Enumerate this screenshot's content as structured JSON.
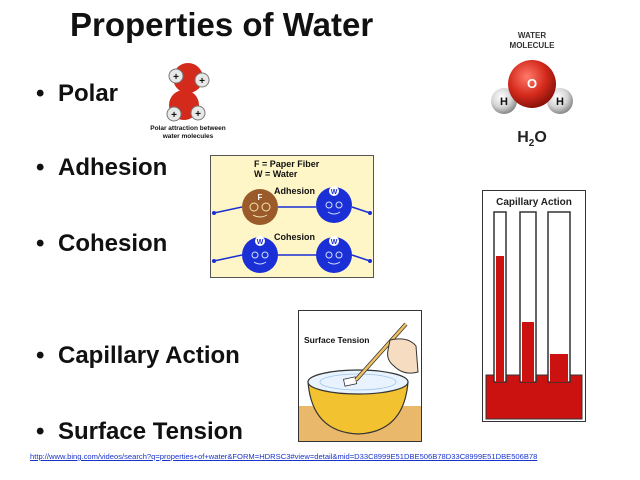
{
  "slide": {
    "title": "Properties of Water",
    "bullets": [
      {
        "label": "Polar"
      },
      {
        "label": "Adhesion"
      },
      {
        "label": "Cohesion"
      },
      {
        "label": "Capillary Action"
      },
      {
        "label": "Surface Tension"
      }
    ],
    "source_link": "http://www.bing.com/videos/search?q=properties+of+water&FORM=HDRSC3#view=detail&mid=D33C8999E51DBE506B78D33C8999E51DBE506B78"
  },
  "polar_image": {
    "caption_line1": "Polar attraction between",
    "caption_line2": "water molecules"
  },
  "molecule_image": {
    "label_line1": "WATER",
    "label_line2": "MOLECULE",
    "oxygen": "O",
    "hydrogen": "H",
    "formula_main": "H",
    "formula_sub": "2",
    "formula_end": "O"
  },
  "adhesion_image": {
    "legend_f": "F = Paper Fiber",
    "legend_w": "W = Water",
    "adhesion_label": "Adhesion",
    "cohesion_label": "Cohesion",
    "fiber_letter": "F",
    "water_letter": "W"
  },
  "capillary_image": {
    "title": "Capillary Action"
  },
  "surface_image": {
    "title": "Surface Tension"
  },
  "colors": {
    "oxygen_red": "#d42a1c",
    "water_blue": "#1a2fd6",
    "fiber_brown": "#9b5a2a",
    "capillary_red": "#cc1111",
    "link_blue": "#1a33cc"
  }
}
